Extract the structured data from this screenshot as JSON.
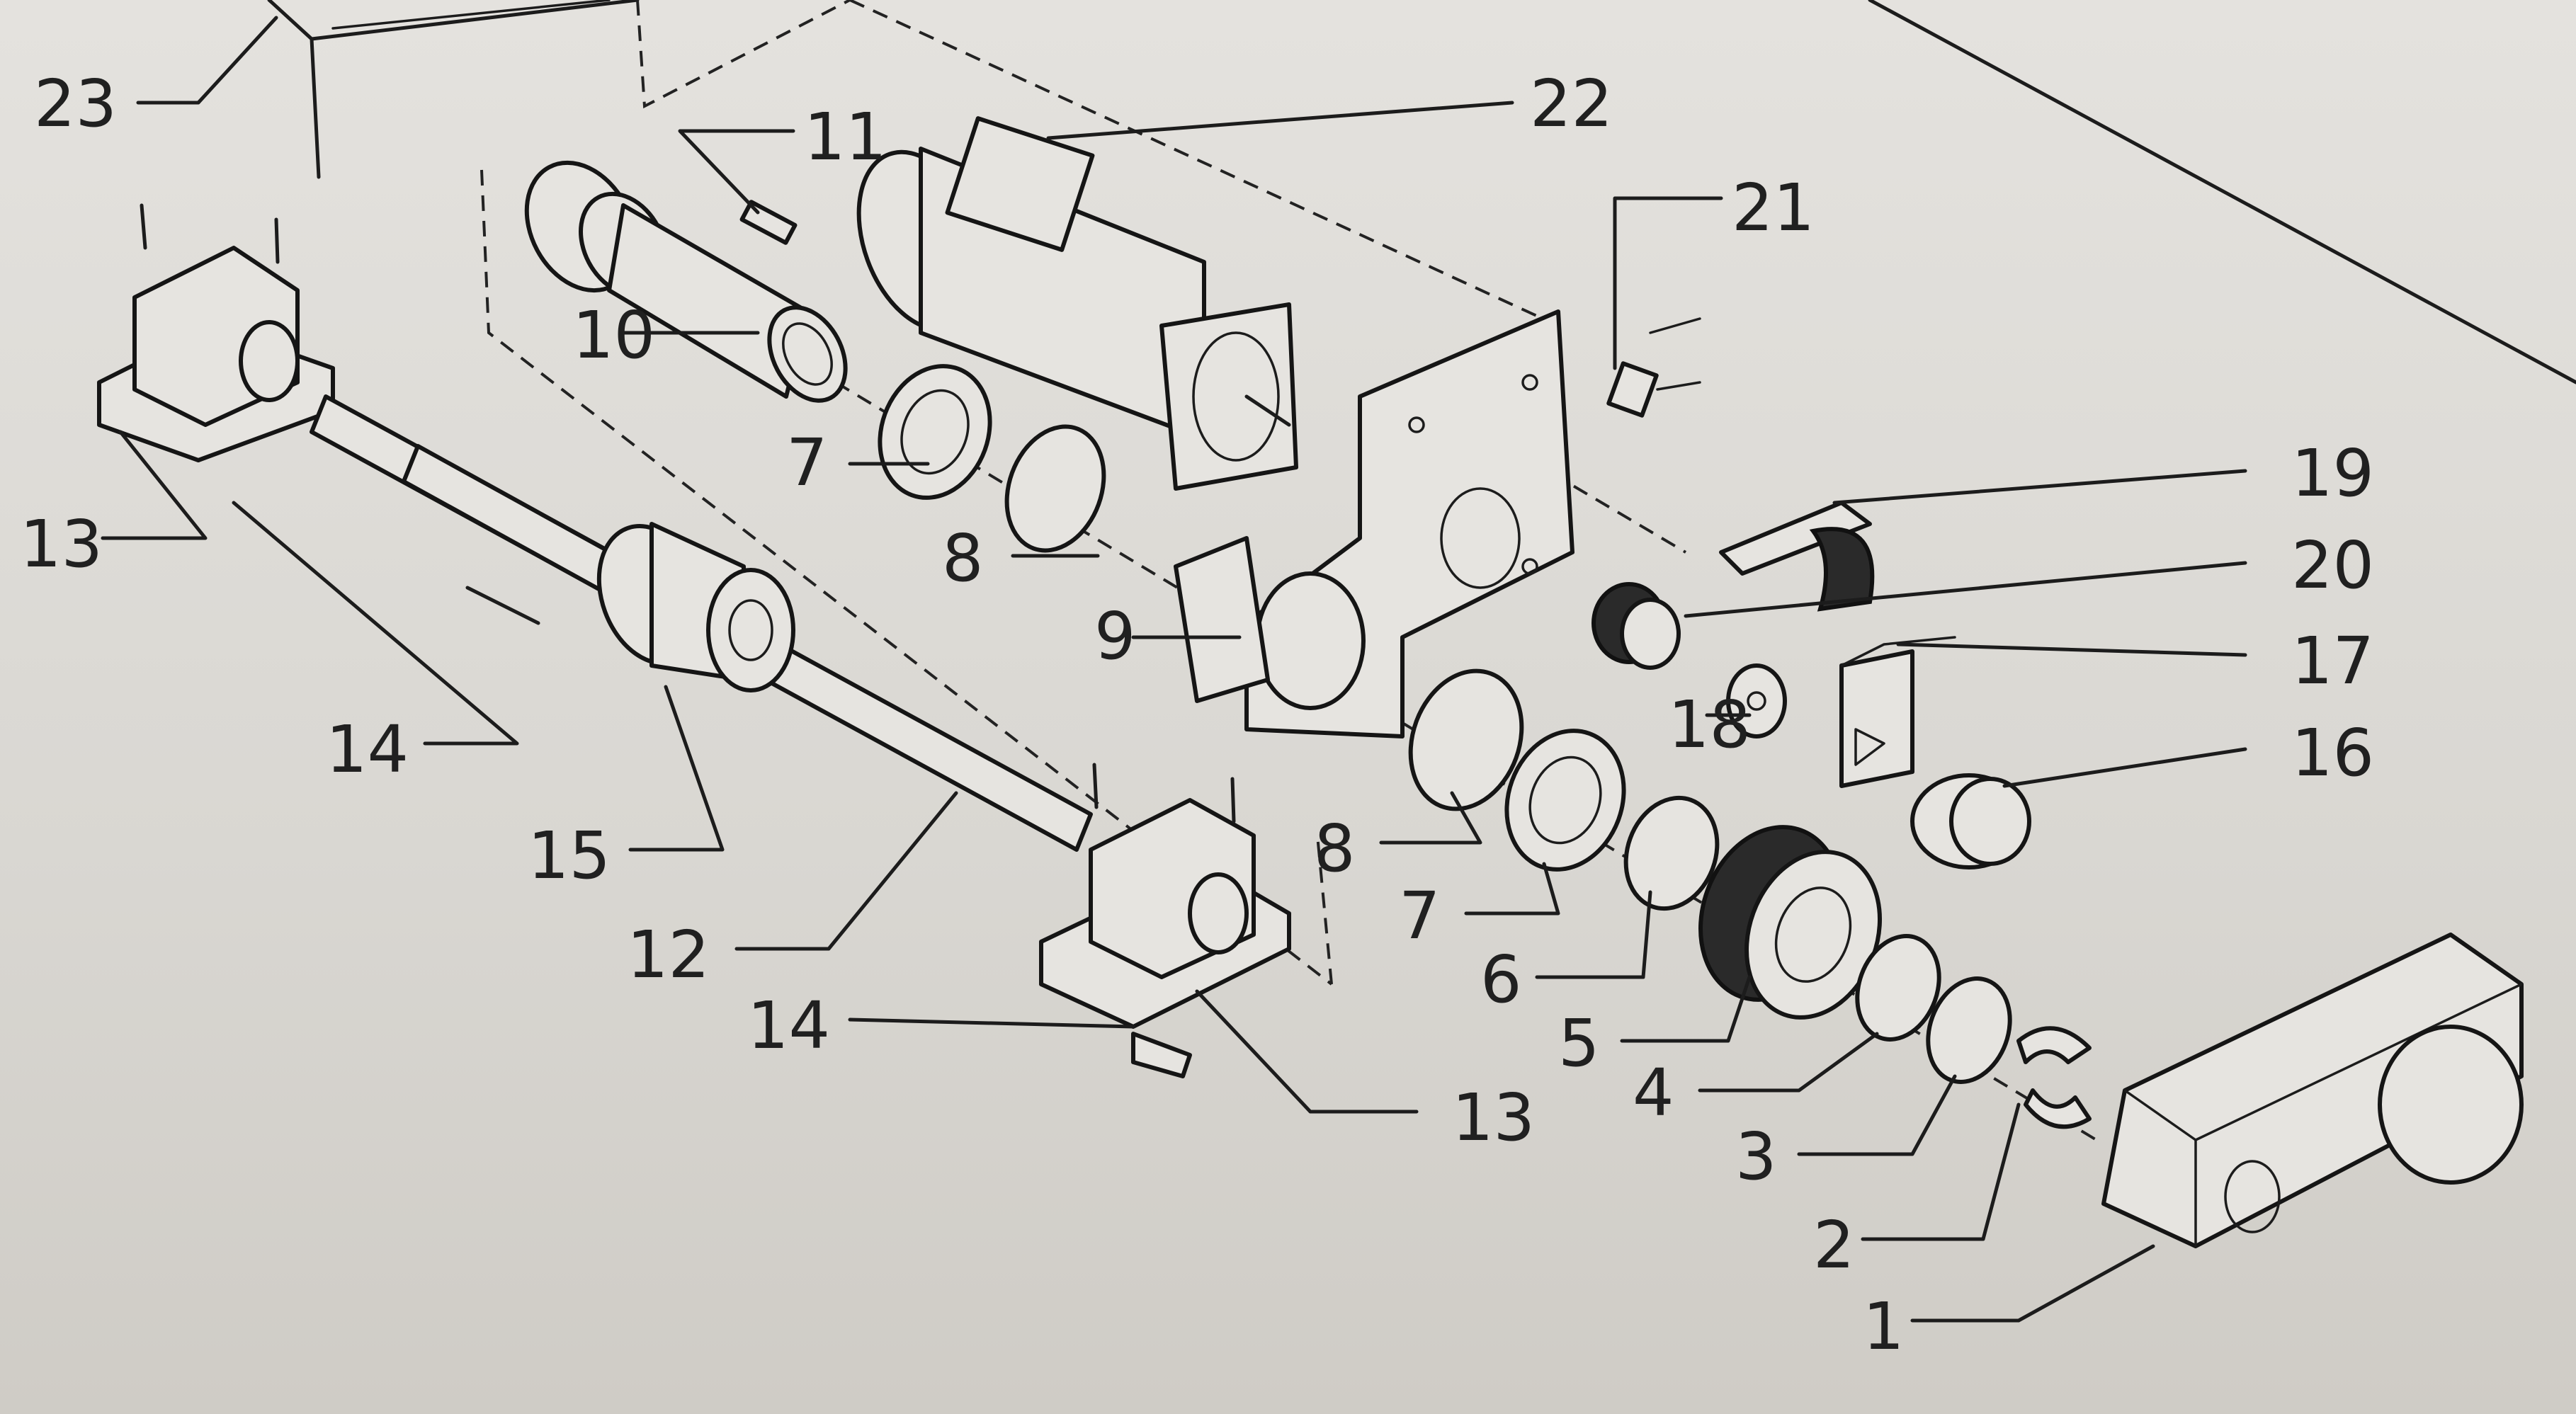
{
  "labels": {
    "p1": "1",
    "p2": "2",
    "p3": "3",
    "p4": "4",
    "p5": "5",
    "p6": "6",
    "p7a": "7",
    "p7b": "7",
    "p8a": "8",
    "p8b": "8",
    "p9": "9",
    "p10": "10",
    "p11": "11",
    "p12": "12",
    "p13a": "13",
    "p13b": "13",
    "p14a": "14",
    "p14b": "14",
    "p15": "15",
    "p16": "16",
    "p17": "17",
    "p18": "18",
    "p19": "19",
    "p20": "20",
    "p21": "21",
    "p22": "22",
    "p23": "23"
  }
}
